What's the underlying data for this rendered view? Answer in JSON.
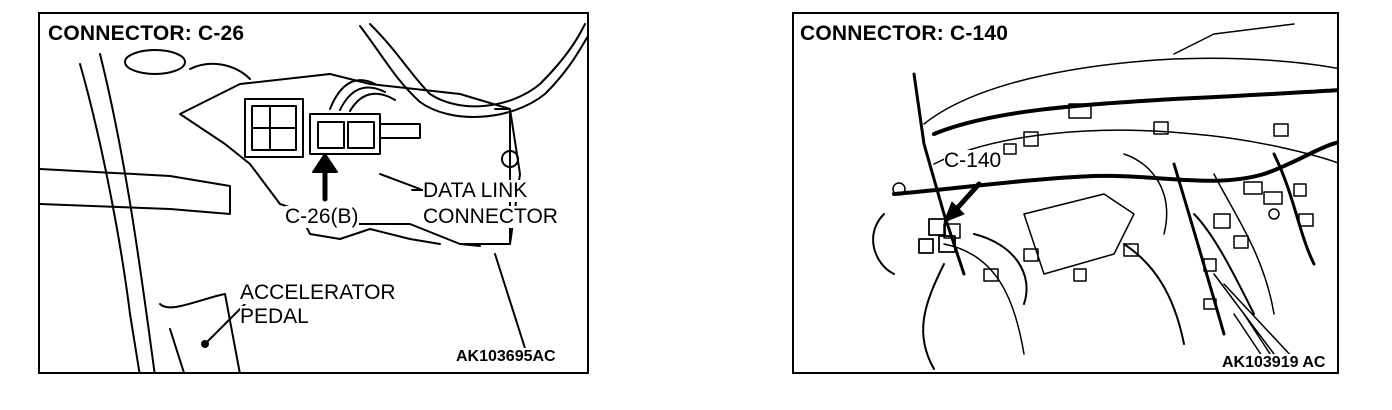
{
  "left_panel": {
    "title": "CONNECTOR: C-26",
    "labels": {
      "c26b": "C-26(B)",
      "data_link_1": "DATA  LINK",
      "data_link_2": "CONNECTOR",
      "pedal_1": "ACCELERATOR",
      "pedal_2": "PEDAL"
    },
    "figure_code": "AK103695AC"
  },
  "right_panel": {
    "title": "CONNECTOR: C-140",
    "labels": {
      "c140": "C-140"
    },
    "figure_code": "AK103919 AC"
  }
}
